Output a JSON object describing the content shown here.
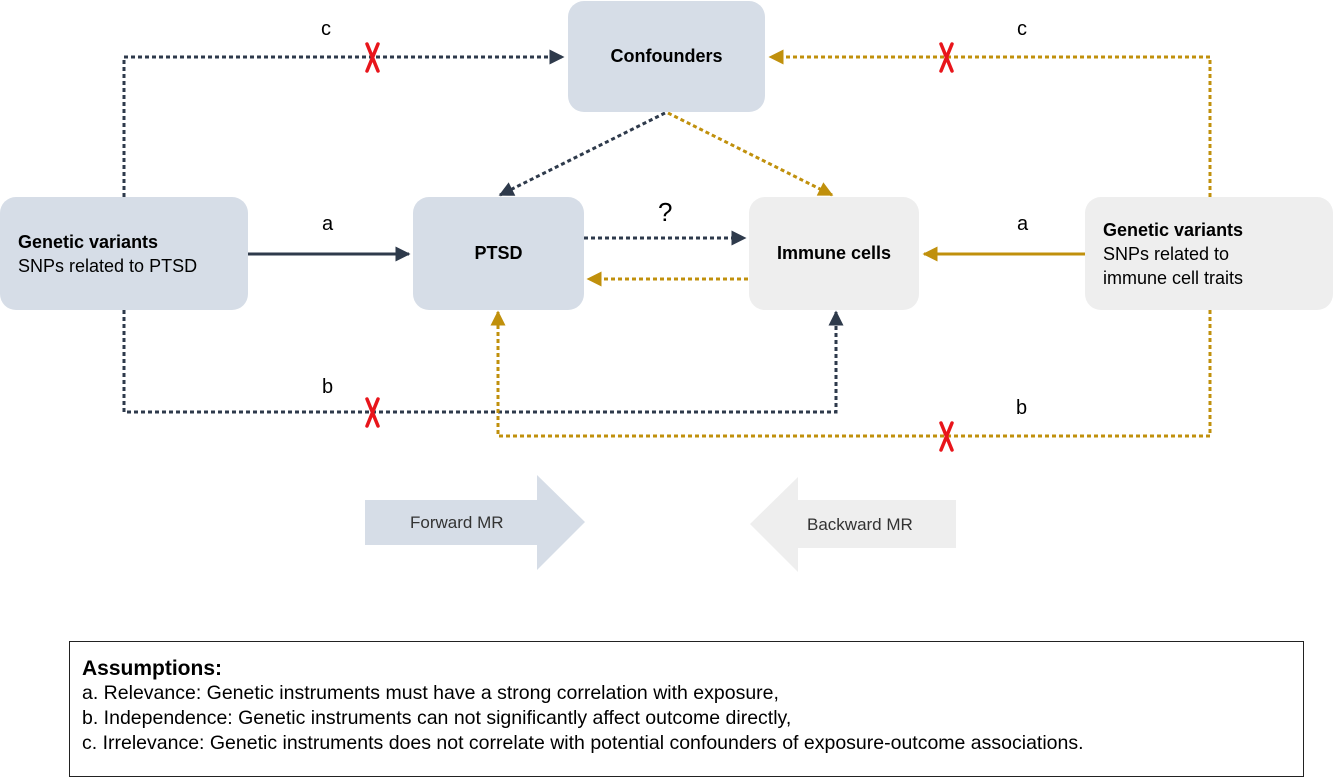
{
  "nodes": {
    "confounders": "Confounders",
    "ptsd": "PTSD",
    "immune_cells": "Immune cells",
    "left_variants": {
      "title": "Genetic variants",
      "subtitle": "SNPs related to PTSD"
    },
    "right_variants": {
      "title": "Genetic variants",
      "subtitle_line1": "SNPs related to",
      "subtitle_line2": "immune cell traits"
    }
  },
  "edge_labels": {
    "left_c": "c",
    "right_c": "c",
    "left_a": "a",
    "right_a": "a",
    "left_b": "b",
    "right_b": "b",
    "question": "?"
  },
  "direction_arrows": {
    "forward": "Forward MR",
    "backward": "Backward MR"
  },
  "assumptions": {
    "title": "Assumptions:",
    "items": [
      "a. Relevance: Genetic instruments must have a strong correlation with exposure,",
      "b. Independence: Genetic instruments can not significantly affect outcome directly,",
      "c. Irrelevance: Genetic instruments does not correlate with potential confounders of exposure-outcome associations."
    ]
  },
  "colors": {
    "forward_path": "#2e3a4b",
    "backward_path": "#c0900c",
    "forward_box": "#d6dde7",
    "backward_box": "#eeeeee",
    "cross": "#e8151b"
  }
}
